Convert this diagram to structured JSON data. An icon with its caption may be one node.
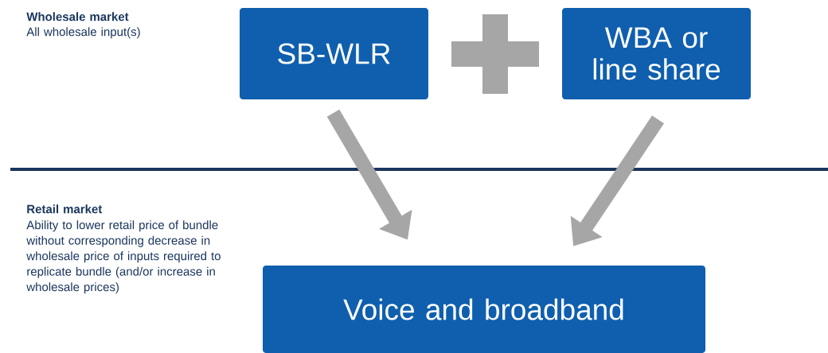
{
  "diagram": {
    "nodes": [
      {
        "text": [
          "SB-WLR"
        ]
      },
      {
        "text": [
          "WBA or line share"
        ]
      },
      {
        "text": [
          "Voice and broadband"
        ]
      }
    ],
    "edges": [
      {
        "from": 0,
        "to": 2,
        "arrow": "to"
      },
      {
        "from": 1,
        "to": 2,
        "arrow": "to"
      }
    ],
    "labels": [
      "Wholesale market",
      "All wholesale input(s)",
      "Retail market",
      "Ability to lower retail price of bundle without corresponding decrease in wholesale price of inputs required to replicate bundle (and/or increase in wholesale prices)"
    ]
  }
}
